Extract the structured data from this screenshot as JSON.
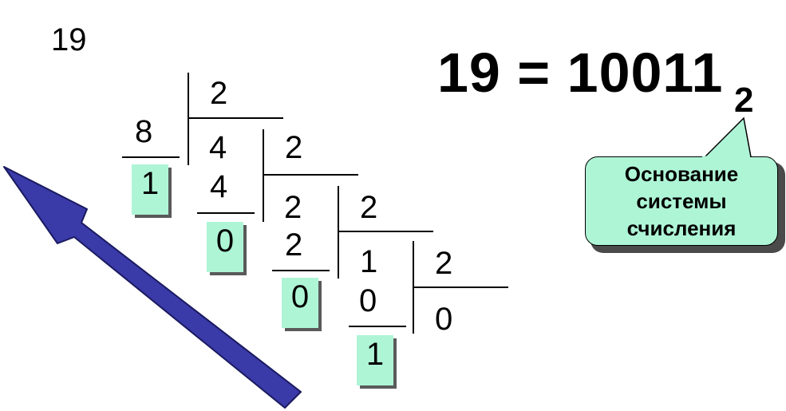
{
  "source_number": "19",
  "division_steps": [
    {
      "dividend": "19",
      "divisor": "2",
      "product": "8",
      "quotient": "4",
      "remainder": "1"
    },
    {
      "dividend": "4",
      "divisor": "2",
      "product": "4",
      "quotient": "2",
      "remainder": "0"
    },
    {
      "dividend": "2",
      "divisor": "2",
      "product": "2",
      "quotient": "1",
      "remainder": "0"
    },
    {
      "dividend": "1",
      "divisor": "2",
      "product": "0",
      "quotient": "0",
      "remainder": "1"
    }
  ],
  "result": {
    "equation": "19 = 10011",
    "base_subscript": "2"
  },
  "callout": {
    "lines": [
      "Основание",
      "системы",
      "счисления"
    ]
  },
  "colors": {
    "highlight": "#aef5d6",
    "arrow": "#3a3aa8",
    "arrow_outline": "#1a1a60"
  },
  "icons": {
    "arrow": "read-direction-arrow-icon"
  }
}
